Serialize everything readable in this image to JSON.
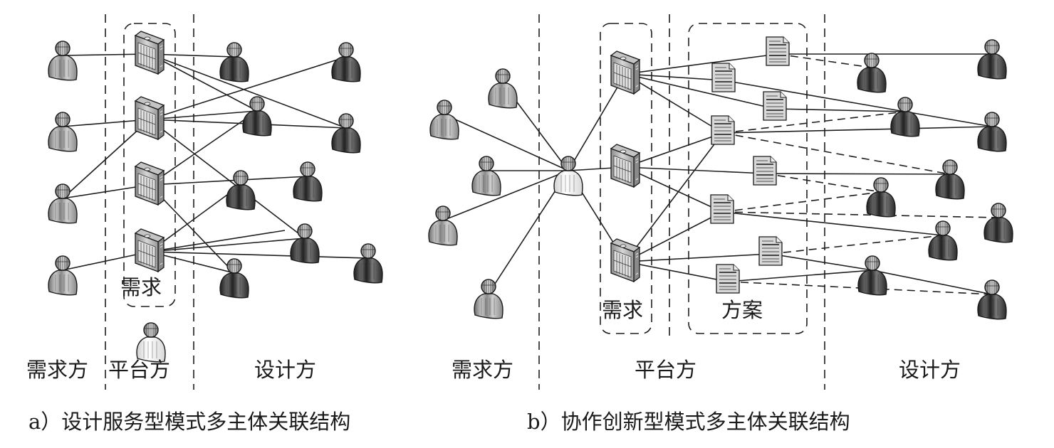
{
  "figure": {
    "panel_a": {
      "caption": "a）设计服务型模式多主体关联结构",
      "zones": {
        "demand": "需求方",
        "platform": "平台方",
        "design": "设计方"
      },
      "groups": {
        "requirements": "需求"
      },
      "nodes": [
        {
          "id": "a_d1",
          "type": "demander"
        },
        {
          "id": "a_d2",
          "type": "demander"
        },
        {
          "id": "a_d3",
          "type": "demander"
        },
        {
          "id": "a_d4",
          "type": "demander"
        },
        {
          "id": "a_s1",
          "type": "server"
        },
        {
          "id": "a_s2",
          "type": "server"
        },
        {
          "id": "a_s3",
          "type": "server"
        },
        {
          "id": "a_s4",
          "type": "server"
        },
        {
          "id": "a_p1",
          "type": "platform_operator"
        },
        {
          "id": "a_g1",
          "type": "designer"
        },
        {
          "id": "a_g2",
          "type": "designer"
        },
        {
          "id": "a_g3",
          "type": "designer"
        },
        {
          "id": "a_g4",
          "type": "designer"
        },
        {
          "id": "a_g5",
          "type": "designer"
        },
        {
          "id": "a_g6",
          "type": "designer"
        },
        {
          "id": "a_g7",
          "type": "designer"
        },
        {
          "id": "a_g8",
          "type": "designer"
        },
        {
          "id": "a_g9",
          "type": "designer"
        }
      ],
      "edges": [
        {
          "from": "a_d1",
          "to": "a_s1",
          "style": "solid"
        },
        {
          "from": "a_d2",
          "to": "a_s2",
          "style": "solid"
        },
        {
          "from": "a_d3",
          "to": "a_s2",
          "style": "solid"
        },
        {
          "from": "a_d3",
          "to": "a_s3",
          "style": "solid"
        },
        {
          "from": "a_d4",
          "to": "a_s4",
          "style": "solid"
        },
        {
          "from": "a_s1",
          "to": "a_g1",
          "style": "solid"
        },
        {
          "from": "a_s1",
          "to": "a_g3",
          "style": "solid"
        },
        {
          "from": "a_s1",
          "to": "a_g4",
          "style": "solid"
        },
        {
          "from": "a_s2",
          "to": "a_g2",
          "style": "solid"
        },
        {
          "from": "a_s2",
          "to": "a_g3",
          "style": "solid"
        },
        {
          "from": "a_s2",
          "to": "a_g4",
          "style": "solid"
        },
        {
          "from": "a_s2",
          "to": "a_g7",
          "style": "solid"
        },
        {
          "from": "a_s3",
          "to": "a_g3",
          "style": "solid"
        },
        {
          "from": "a_s3",
          "to": "a_g6",
          "style": "solid"
        },
        {
          "from": "a_s3",
          "to": "a_g8",
          "style": "solid"
        },
        {
          "from": "a_s4",
          "to": "a_g5",
          "style": "solid"
        },
        {
          "from": "a_s4",
          "to": "a_g8",
          "style": "solid"
        },
        {
          "from": "a_s4",
          "to": "a_g9",
          "style": "solid"
        },
        {
          "from": "a_s4",
          "to": "a_g7",
          "style": "solid"
        },
        {
          "from": "a_s4",
          "to": "a_g10",
          "style": "solid"
        }
      ]
    },
    "panel_b": {
      "caption": "b）协作创新型模式多主体关联结构",
      "zones": {
        "demand": "需求方",
        "platform": "平台方",
        "design": "设计方"
      },
      "groups": {
        "requirements": "需求",
        "solutions": "方案"
      },
      "nodes": [
        {
          "id": "b_d1",
          "type": "demander"
        },
        {
          "id": "b_d2",
          "type": "demander"
        },
        {
          "id": "b_d3",
          "type": "demander"
        },
        {
          "id": "b_d4",
          "type": "demander"
        },
        {
          "id": "b_d5",
          "type": "demander"
        },
        {
          "id": "b_p1",
          "type": "platform_operator"
        },
        {
          "id": "b_s1",
          "type": "server"
        },
        {
          "id": "b_s2",
          "type": "server"
        },
        {
          "id": "b_s3",
          "type": "server"
        },
        {
          "id": "b_f1",
          "type": "document"
        },
        {
          "id": "b_f2",
          "type": "document"
        },
        {
          "id": "b_f3",
          "type": "document"
        },
        {
          "id": "b_f4",
          "type": "document"
        },
        {
          "id": "b_f5",
          "type": "document"
        },
        {
          "id": "b_f6",
          "type": "document"
        },
        {
          "id": "b_f7",
          "type": "document"
        },
        {
          "id": "b_f8",
          "type": "document"
        },
        {
          "id": "b_g1",
          "type": "designer"
        },
        {
          "id": "b_g2",
          "type": "designer"
        },
        {
          "id": "b_g3",
          "type": "designer"
        },
        {
          "id": "b_g4",
          "type": "designer"
        },
        {
          "id": "b_g5",
          "type": "designer"
        },
        {
          "id": "b_g6",
          "type": "designer"
        },
        {
          "id": "b_g7",
          "type": "designer"
        },
        {
          "id": "b_g8",
          "type": "designer"
        },
        {
          "id": "b_g9",
          "type": "designer"
        },
        {
          "id": "b_g10",
          "type": "designer"
        }
      ],
      "edges": [
        {
          "from": "b_d1",
          "to": "b_p1",
          "style": "solid"
        },
        {
          "from": "b_d2",
          "to": "b_p1",
          "style": "solid"
        },
        {
          "from": "b_d3",
          "to": "b_p1",
          "style": "solid"
        },
        {
          "from": "b_d4",
          "to": "b_p1",
          "style": "solid"
        },
        {
          "from": "b_d5",
          "to": "b_p1",
          "style": "solid"
        },
        {
          "from": "b_p1",
          "to": "b_s1",
          "style": "solid"
        },
        {
          "from": "b_p1",
          "to": "b_s2",
          "style": "solid"
        },
        {
          "from": "b_p1",
          "to": "b_s3",
          "style": "solid"
        },
        {
          "from": "b_s1",
          "to": "b_f1",
          "style": "solid"
        },
        {
          "from": "b_s1",
          "to": "b_f2",
          "style": "solid"
        },
        {
          "from": "b_s1",
          "to": "b_f3",
          "style": "solid"
        },
        {
          "from": "b_s1",
          "to": "b_f4",
          "style": "solid"
        },
        {
          "from": "b_s2",
          "to": "b_f4",
          "style": "solid"
        },
        {
          "from": "b_s2",
          "to": "b_f5",
          "style": "solid"
        },
        {
          "from": "b_s2",
          "to": "b_f6",
          "style": "solid"
        },
        {
          "from": "b_s3",
          "to": "b_f4",
          "style": "solid"
        },
        {
          "from": "b_s3",
          "to": "b_f6",
          "style": "solid"
        },
        {
          "from": "b_s3",
          "to": "b_f7",
          "style": "solid"
        },
        {
          "from": "b_s3",
          "to": "b_f8",
          "style": "solid"
        },
        {
          "from": "b_f1",
          "to": "b_g2",
          "style": "solid"
        },
        {
          "from": "b_f1",
          "to": "b_g1",
          "style": "dashed"
        },
        {
          "from": "b_f2",
          "to": "b_g3",
          "style": "solid"
        },
        {
          "from": "b_f3",
          "to": "b_g3",
          "style": "solid"
        },
        {
          "from": "b_f4",
          "to": "b_g4",
          "style": "solid"
        },
        {
          "from": "b_f4",
          "to": "b_g3",
          "style": "dashed"
        },
        {
          "from": "b_f4",
          "to": "b_g5",
          "style": "dashed"
        },
        {
          "from": "b_f5",
          "to": "b_g5",
          "style": "solid"
        },
        {
          "from": "b_f5",
          "to": "b_g6",
          "style": "dashed"
        },
        {
          "from": "b_f6",
          "to": "b_g6",
          "style": "dashed"
        },
        {
          "from": "b_f6",
          "to": "b_g7",
          "style": "dashed"
        },
        {
          "from": "b_f6",
          "to": "b_g8",
          "style": "solid"
        },
        {
          "from": "b_f7",
          "to": "b_g9",
          "style": "solid"
        },
        {
          "from": "b_f7",
          "to": "b_g8",
          "style": "dashed"
        },
        {
          "from": "b_f8",
          "to": "b_g9",
          "style": "solid"
        },
        {
          "from": "b_f8",
          "to": "b_g10",
          "style": "dashed"
        },
        {
          "from": "b_g3",
          "to": "b_g4",
          "style": "solid"
        },
        {
          "from": "b_g9",
          "to": "b_g10",
          "style": "solid"
        }
      ]
    }
  },
  "colors": {
    "line": "#1e1e1e",
    "demander_fill": "#9a9a9a",
    "designer_fill": "#3a3a3a",
    "operator_fill": "#eeeeee",
    "server_fill": "#a8a8a8",
    "document_fill": "#d8d8d8"
  }
}
